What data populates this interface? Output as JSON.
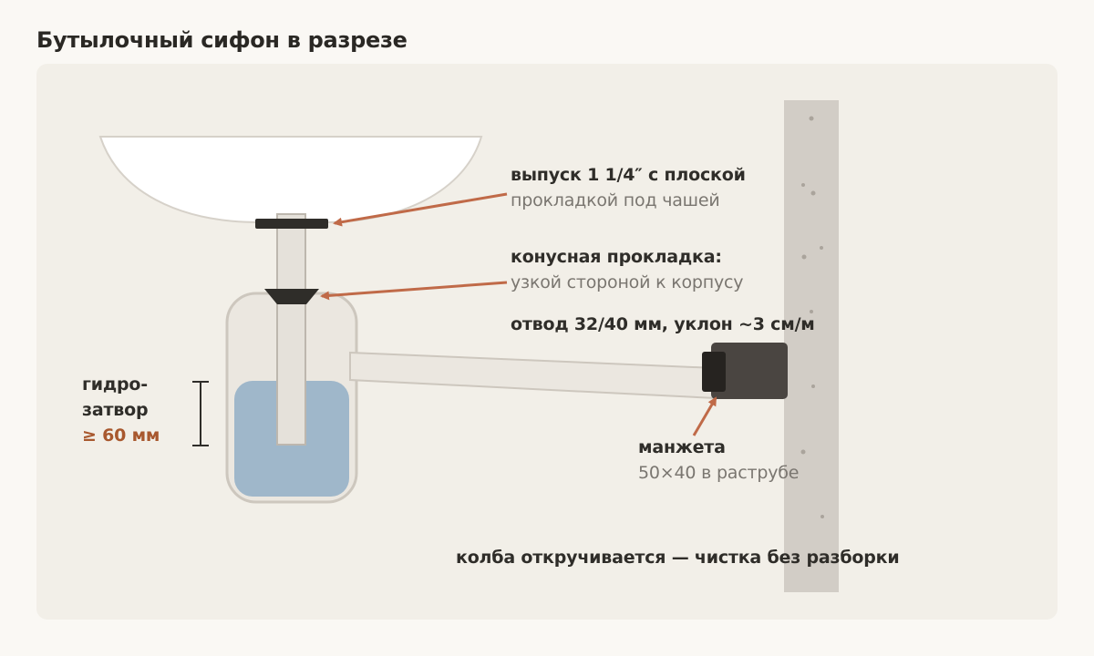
{
  "title": "Бутылочный сифон в разрезе",
  "labels": {
    "outlet": {
      "line1": "выпуск 1 1/4″ с плоской",
      "line2": "прокладкой под чашей"
    },
    "cone_gasket": {
      "line1": "конусная прокладка:",
      "line2": "узкой стороной к корпусу"
    },
    "branch": {
      "line1": "отвод 32/40 мм, уклон ~3 см/м"
    },
    "water_seal": {
      "line1": "гидро-",
      "line2": "затвор",
      "line3": "≥ 60 мм"
    },
    "cuff": {
      "line1": "манжета",
      "line2": "50×40 в раструбе"
    },
    "flask_note": {
      "line1": "колба откручивается — чистка без разборки"
    }
  },
  "colors": {
    "accent_arrow": "#c06a48",
    "water": "#9fb7ca",
    "gasket": "#2f2d29",
    "cuff_socket": "#4a4541",
    "wall": "#d2cdc6",
    "accent_text": "#a8582e"
  }
}
